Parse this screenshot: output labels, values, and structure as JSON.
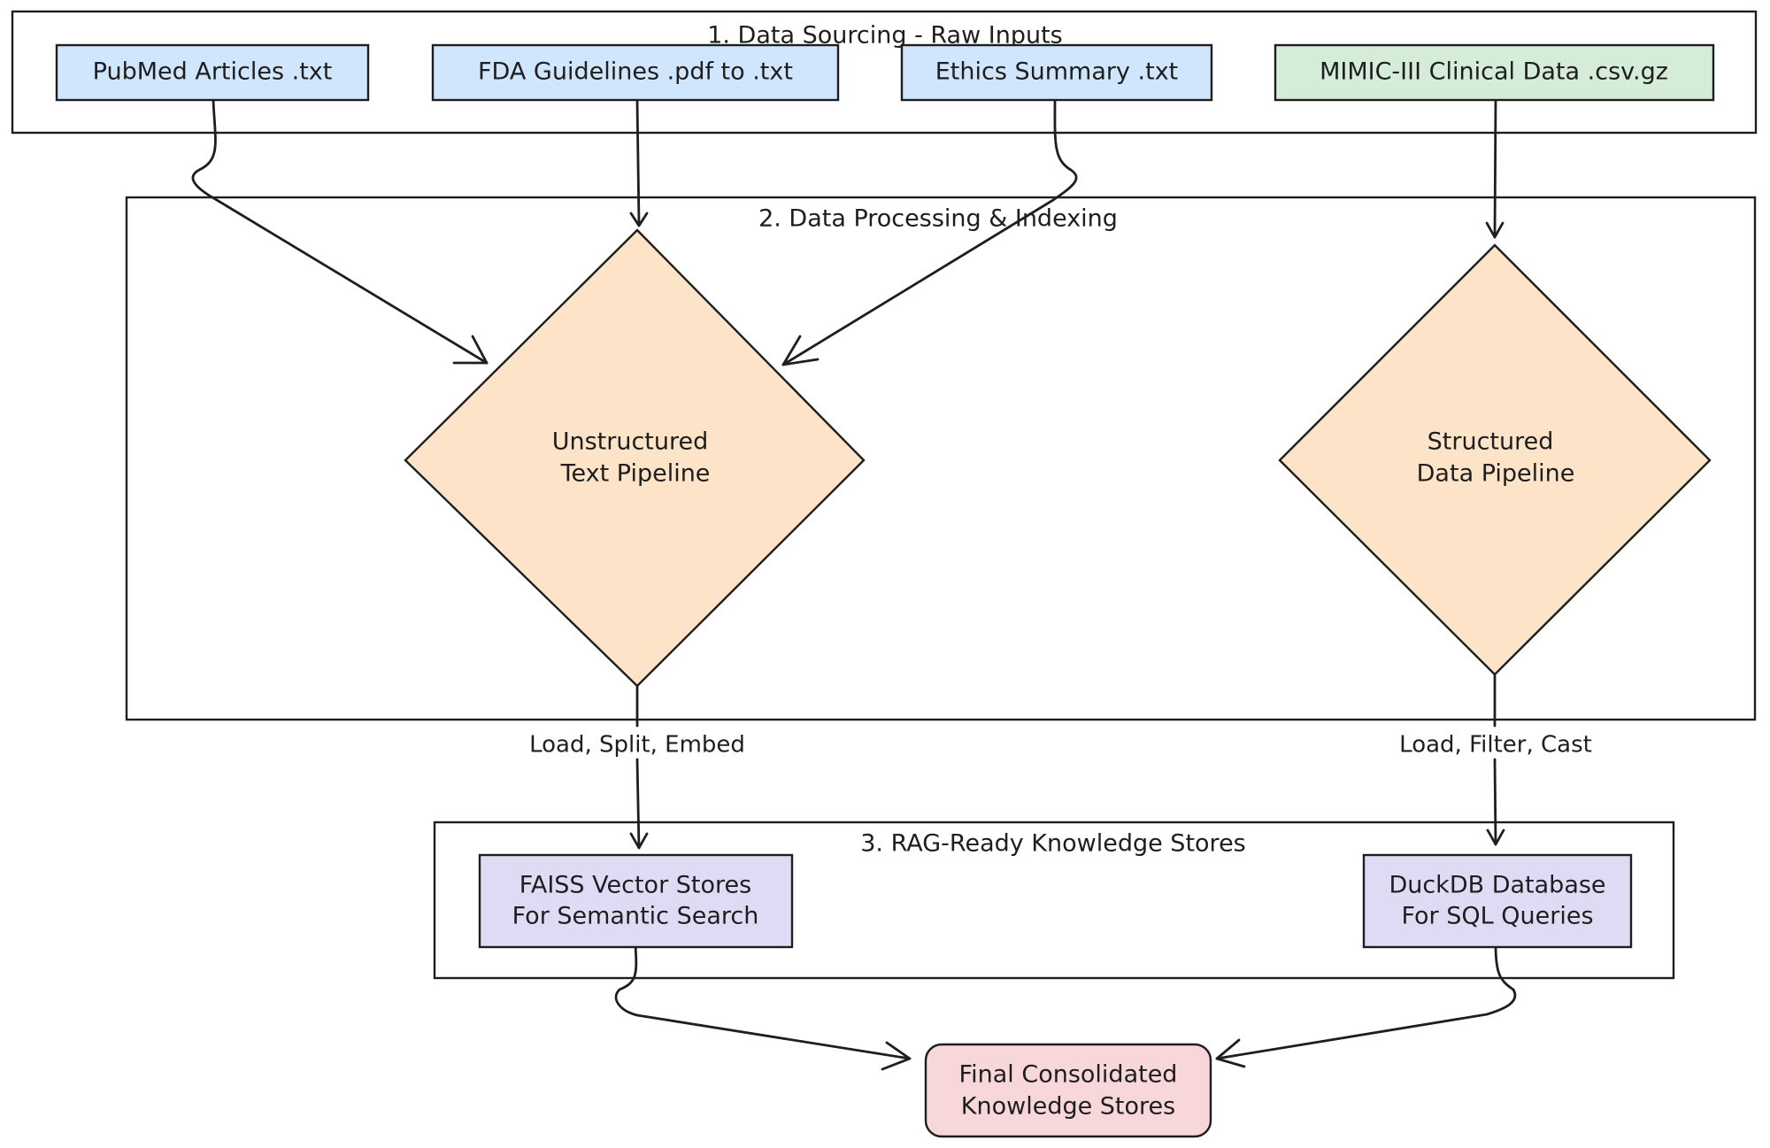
{
  "colors": {
    "stroke": "#1e1e1e",
    "source_blue": "#d0e6fc",
    "source_green": "#d4ecd8",
    "pipeline_orange": "#fde3c7",
    "store_purple": "#e0dbf5",
    "final_pink": "#f8d7da"
  },
  "sections": {
    "sourcing_title": "1. Data Sourcing - Raw Inputs",
    "processing_title": "2. Data Processing & Indexing",
    "stores_title": "3. RAG-Ready Knowledge Stores"
  },
  "sources": {
    "pubmed": "PubMed Articles .txt",
    "fda": "FDA Guidelines .pdf to .txt",
    "ethics": "Ethics Summary .txt",
    "mimic": "MIMIC-III Clinical Data .csv.gz"
  },
  "pipelines": {
    "unstructured": [
      "Unstructured",
      "Text Pipeline"
    ],
    "structured": [
      "Structured",
      "Data Pipeline"
    ]
  },
  "edge_labels": {
    "unstructured_to_faiss": "Load, Split, Embed",
    "structured_to_duckdb": "Load, Filter, Cast"
  },
  "stores": {
    "faiss": [
      "FAISS Vector Stores",
      "For Semantic Search"
    ],
    "duckdb": [
      "DuckDB Database",
      "For SQL Queries"
    ]
  },
  "final": [
    "Final Consolidated",
    "Knowledge Stores"
  ]
}
